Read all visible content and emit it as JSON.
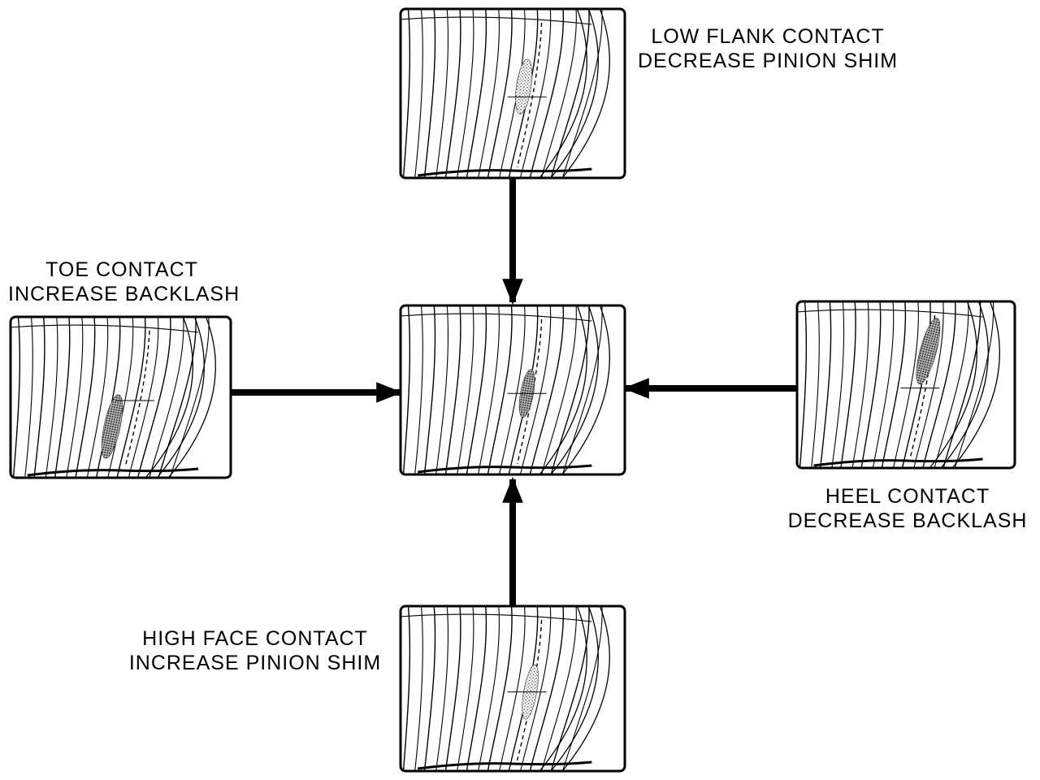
{
  "diagram": {
    "panels": [
      {
        "id": "low-flank",
        "label_lines": [
          "LOW FLANK CONTACT",
          "DECREASE PINION SHIM"
        ],
        "contact": "low-flank"
      },
      {
        "id": "toe",
        "label_lines": [
          "TOE CONTACT",
          "INCREASE BACKLASH"
        ],
        "contact": "toe"
      },
      {
        "id": "center",
        "label_lines": [],
        "contact": "center"
      },
      {
        "id": "heel",
        "label_lines": [
          "HEEL CONTACT",
          "DECREASE BACKLASH"
        ],
        "contact": "heel"
      },
      {
        "id": "high-face",
        "label_lines": [
          "HIGH FACE CONTACT",
          "INCREASE PINION SHIM"
        ],
        "contact": "high-face"
      }
    ],
    "arrows": [
      {
        "from": "low-flank",
        "to": "center"
      },
      {
        "from": "toe",
        "to": "center"
      },
      {
        "from": "heel",
        "to": "center"
      },
      {
        "from": "high-face",
        "to": "center"
      }
    ],
    "colors": {
      "ink": "#000000",
      "paper": "#ffffff",
      "stipple": "#6a6a6a"
    }
  }
}
